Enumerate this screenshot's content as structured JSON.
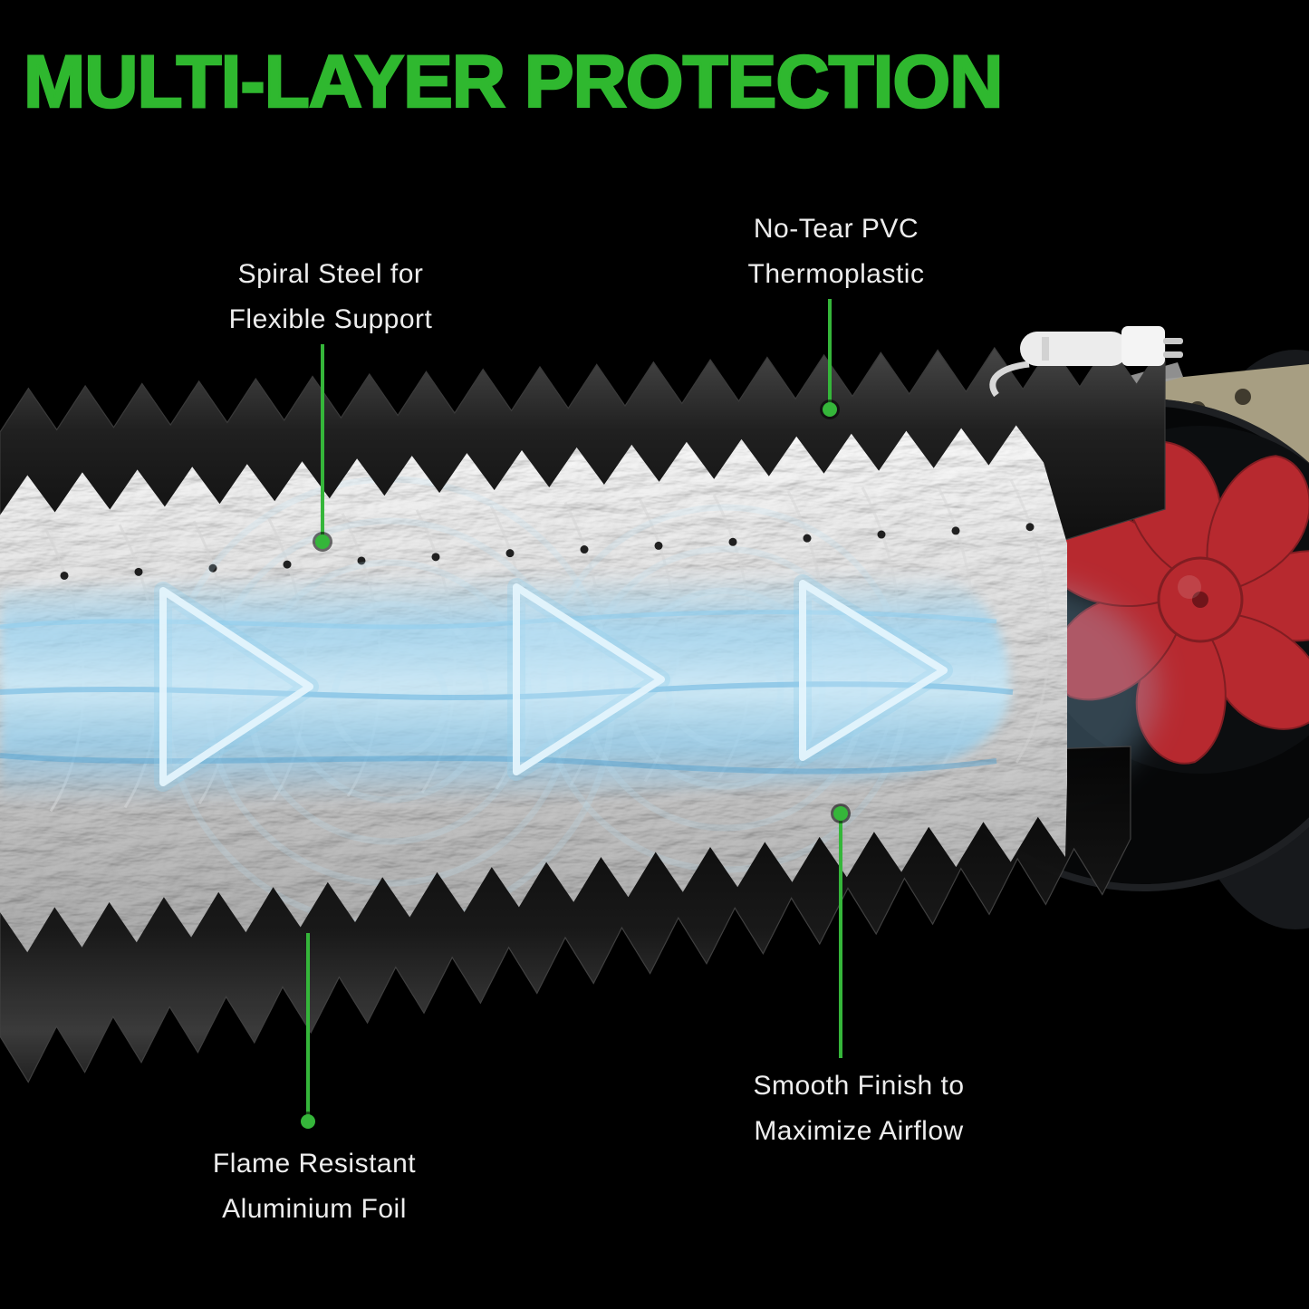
{
  "title": "MULTI-LAYER PROTECTION",
  "callouts": [
    {
      "id": "spiral-steel",
      "line1": "Spiral Steel for",
      "line2": "Flexible Support"
    },
    {
      "id": "no-tear-pvc",
      "line1": "No-Tear PVC",
      "line2": "Thermoplastic"
    },
    {
      "id": "smooth-finish",
      "line1": "Smooth Finish to",
      "line2": "Maximize Airflow"
    },
    {
      "id": "flame-resistant",
      "line1": "Flame Resistant",
      "line2": "Aluminium Foil"
    }
  ],
  "colors": {
    "background": "#000000",
    "accent_green": "#2FB82F",
    "airflow_blue": "#A9DCF5",
    "impeller_red": "#B7292F",
    "foil_silver": "#C9C9C9",
    "label_text": "#EDEDED"
  }
}
